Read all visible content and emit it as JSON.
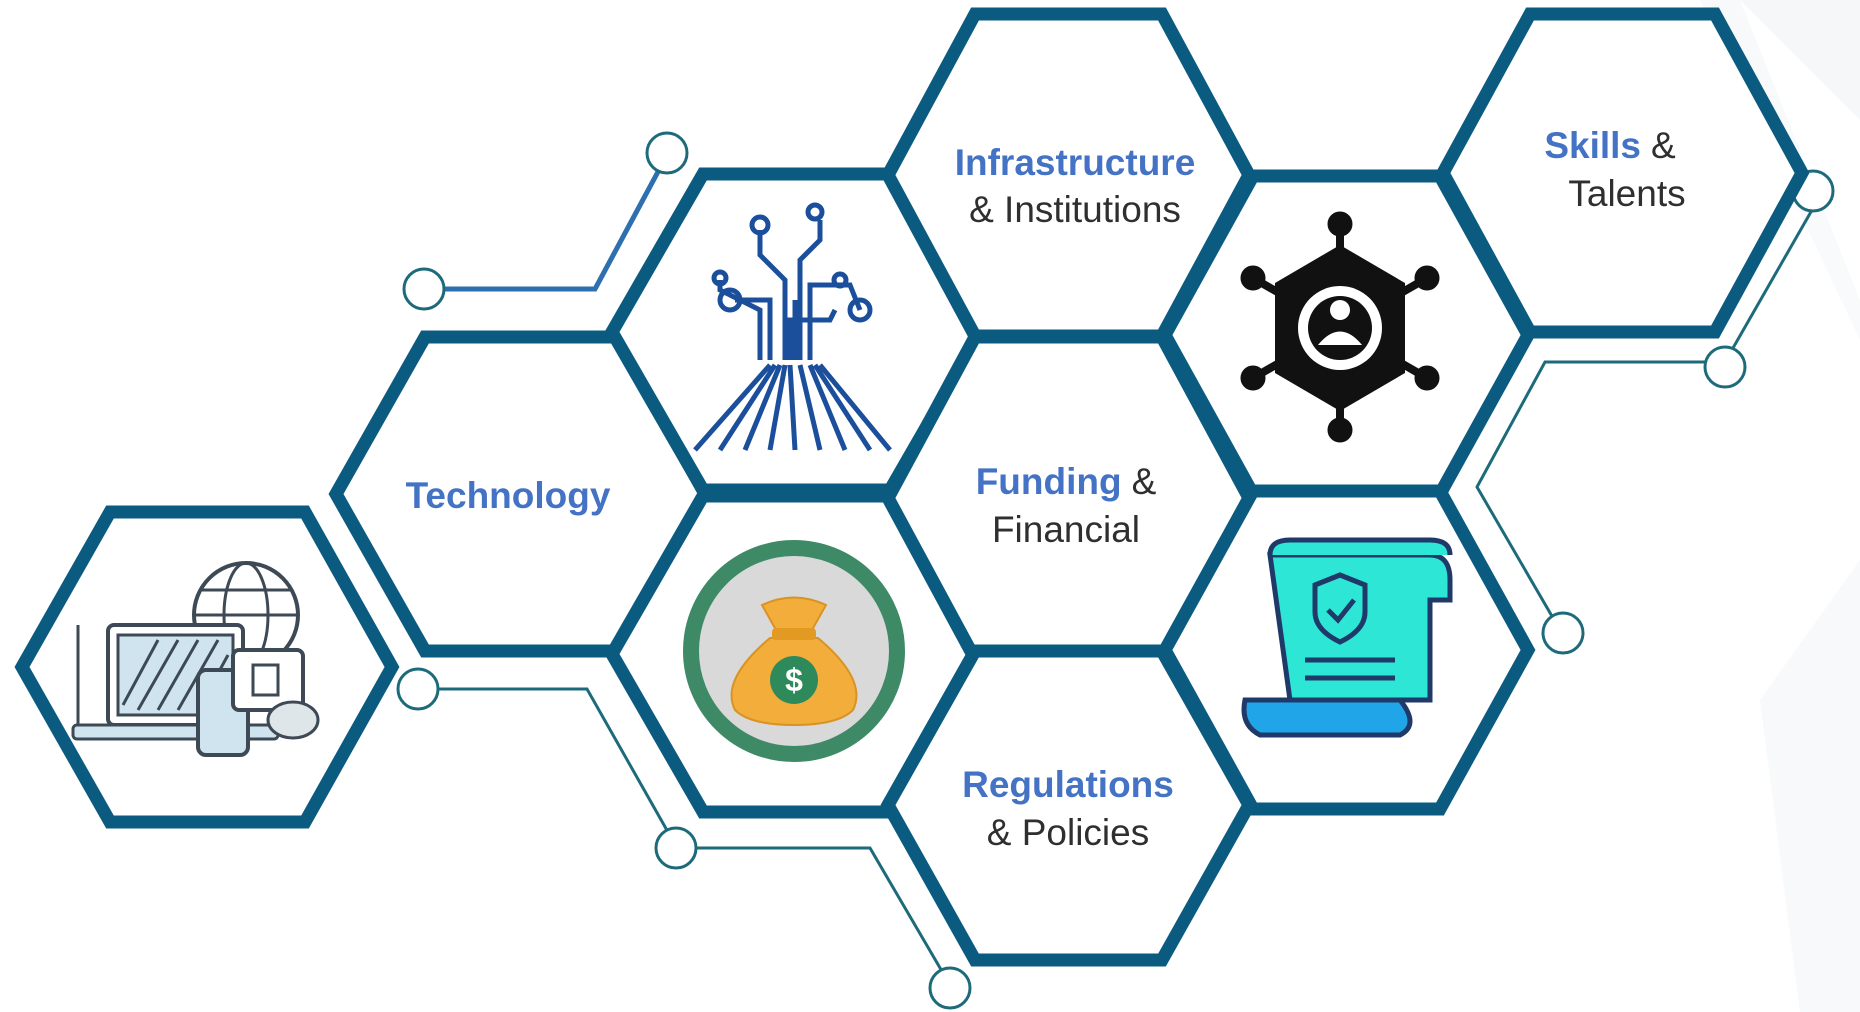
{
  "colors": {
    "hex_stroke": "#0b5b80",
    "accent_text": "#4472c4",
    "body_text": "#2f2f2f",
    "connector_blue": "#2e6fb0",
    "connector_teal": "#1d6b7a"
  },
  "hexagons": {
    "technology": {
      "accent": "Technology",
      "rest": ""
    },
    "infrastructure": {
      "accent": "Infrastructure",
      "rest": "& Institutions"
    },
    "skills": {
      "accent": "Skills",
      "rest_inline": "&",
      "rest": "Talents"
    },
    "funding": {
      "accent": "Funding",
      "rest_inline": "&",
      "rest": "Financial"
    },
    "regulations": {
      "accent": "Regulations",
      "rest": "& Policies"
    }
  },
  "icons": {
    "devices": "devices-globe-icon",
    "circuit_tree": "circuit-tree-icon",
    "people_gear": "people-network-gear-icon",
    "money_bag": "money-bag-icon",
    "certificate": "certificate-shield-icon"
  }
}
